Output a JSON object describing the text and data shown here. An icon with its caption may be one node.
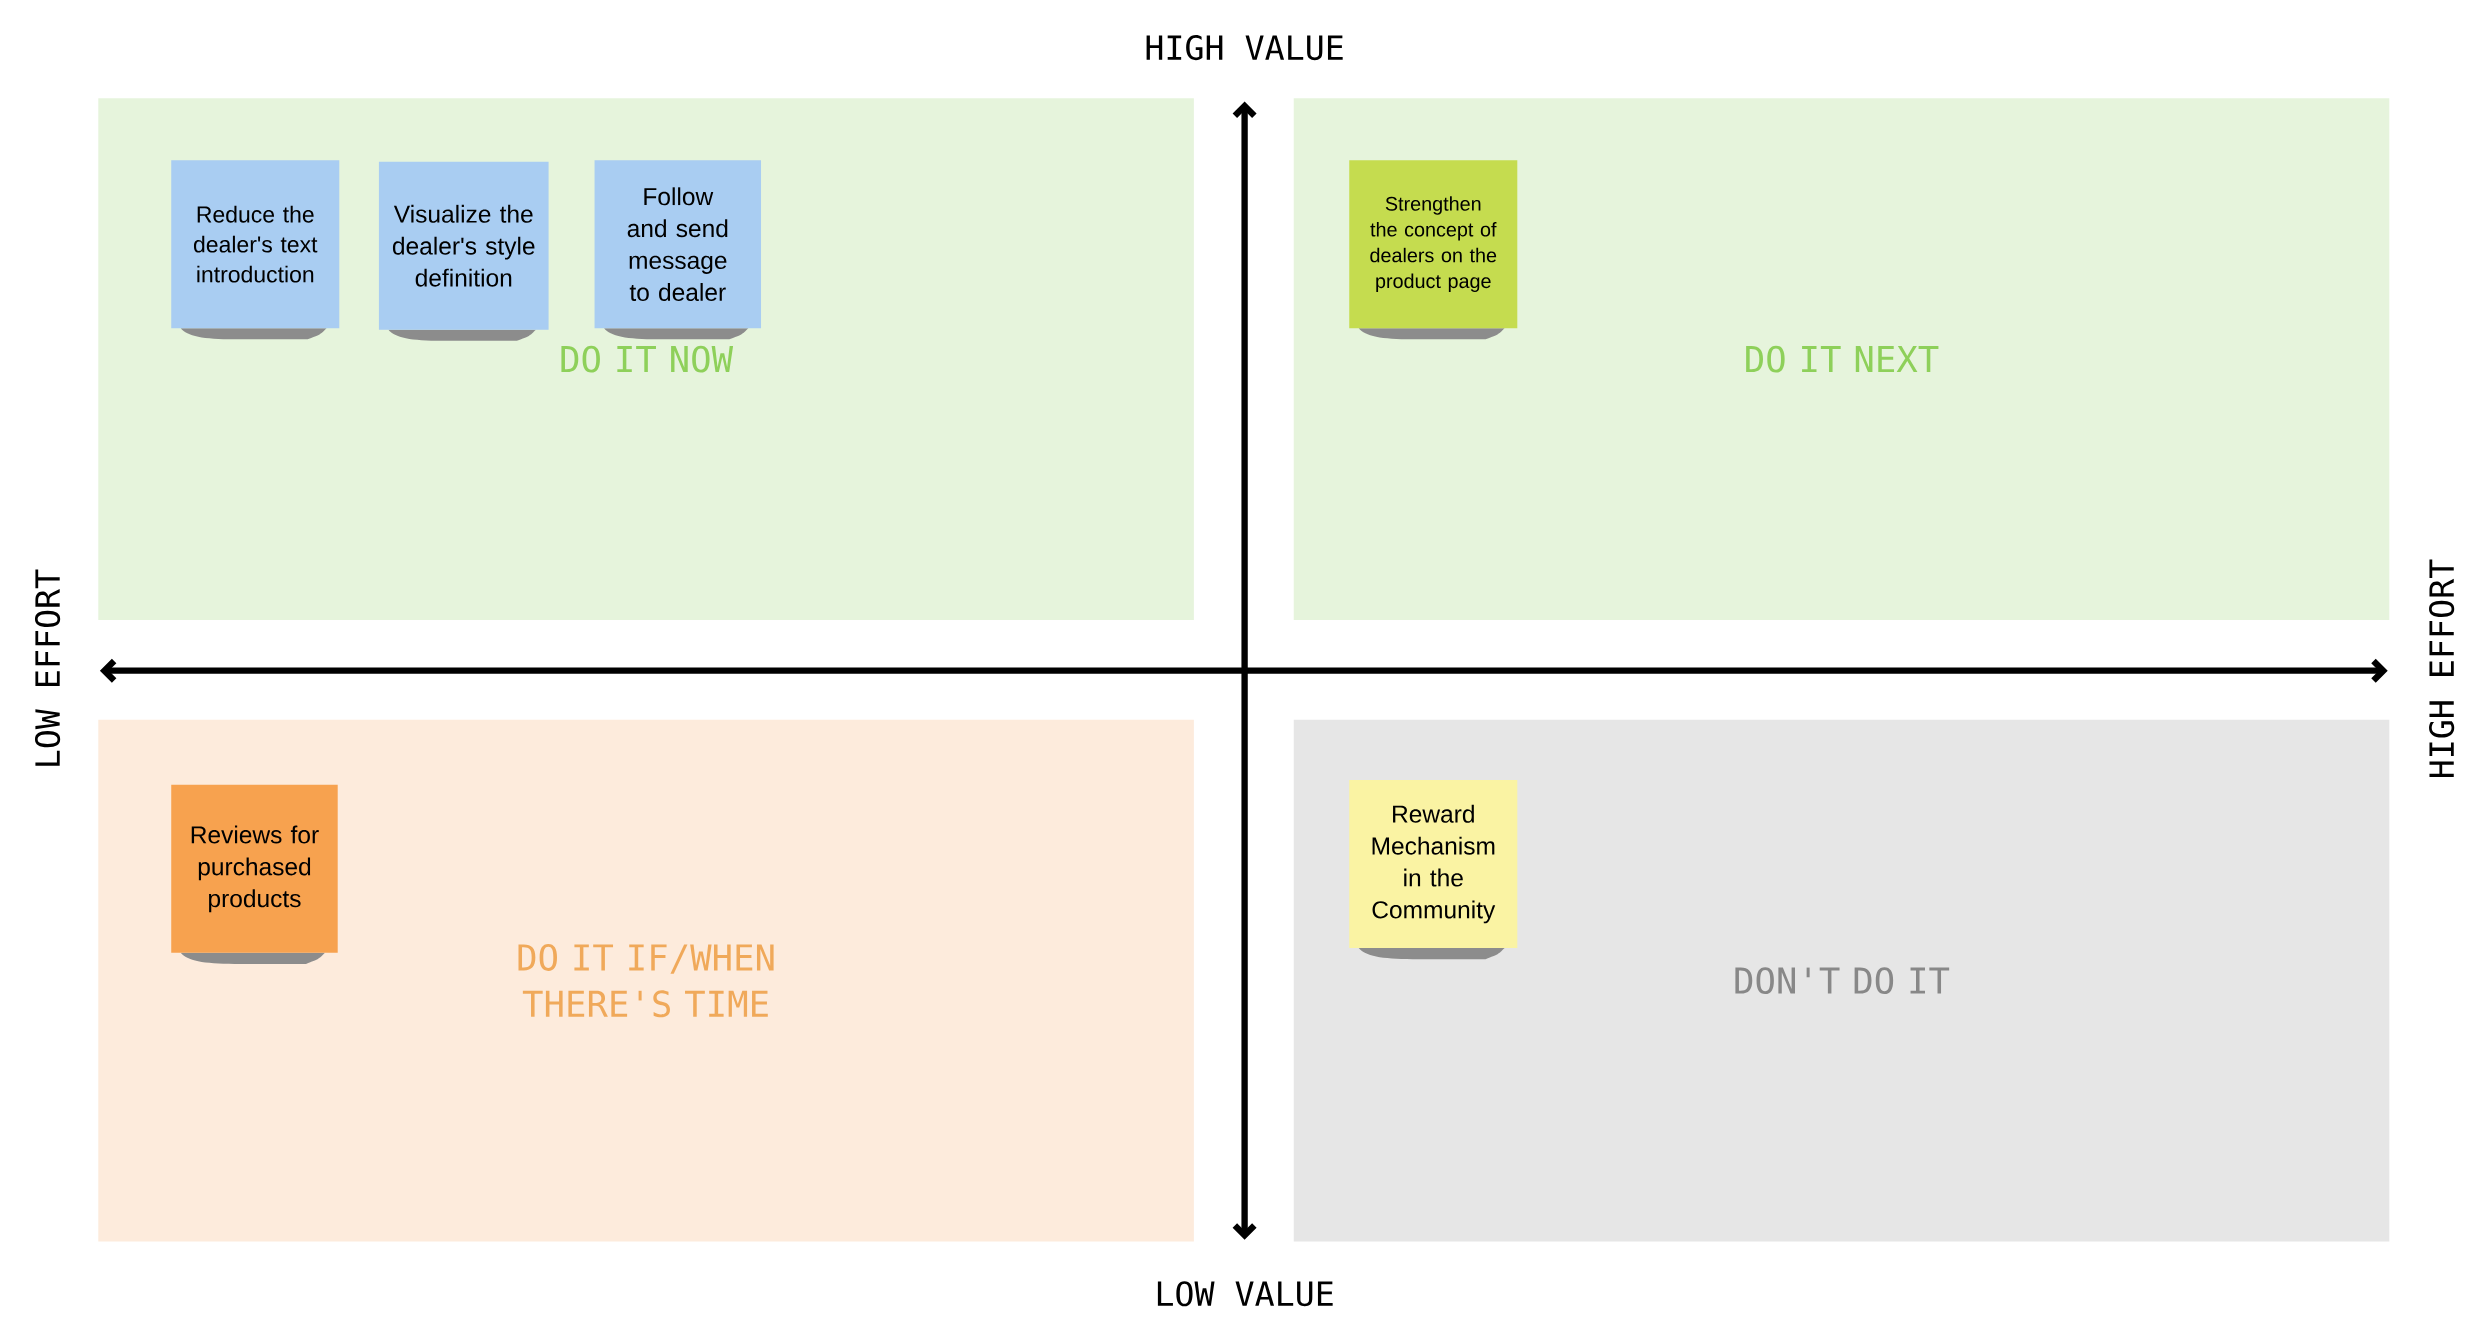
{
  "diagram": {
    "nodes": [
      {
        "text": [
          "DO IT NOW"
        ]
      },
      {
        "text": [
          "Reduce the dealer's text introduction"
        ],
        "in": 0
      },
      {
        "text": [
          "Visualize the dealer's style definition"
        ],
        "in": 0
      },
      {
        "text": [
          "Follow and send message to dealer"
        ],
        "in": 0
      },
      {
        "text": [
          "DO IT NEXT"
        ]
      },
      {
        "text": [
          "Strengthen the concept of dealers on the product page"
        ],
        "in": 4
      },
      {
        "text": [
          "DO IT IF/WHEN THERE'S TIME"
        ]
      },
      {
        "text": [
          "Reviews for purchased products"
        ],
        "in": 6
      },
      {
        "text": [
          "DON'T DO IT"
        ]
      },
      {
        "text": [
          "Reward Mechanism in the Community"
        ],
        "in": 8
      }
    ],
    "edges": [],
    "labels": [
      "HIGH VALUE",
      "LOW EFFORT",
      "HIGH EFFORT",
      "LOW VALUE"
    ]
  }
}
